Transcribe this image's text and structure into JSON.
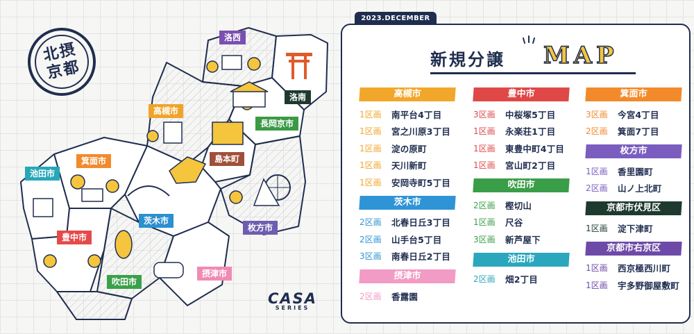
{
  "stamp": {
    "text": "北摂\n京都"
  },
  "date_tab": "2023.DECEMBER",
  "title": {
    "main": "新規分譲",
    "accent": "MAP"
  },
  "brand": {
    "main": "CASA",
    "sub": "SERIES"
  },
  "map_labels": [
    {
      "text": "洛西",
      "color": "#7b4fb0"
    },
    {
      "text": "洛南",
      "color": "#1e3a2e"
    },
    {
      "text": "高槻市",
      "color": "#f0a32a"
    },
    {
      "text": "長岡京市",
      "color": "#3b9a45"
    },
    {
      "text": "島本町",
      "color": "#a0503a"
    },
    {
      "text": "箕面市",
      "color": "#f28a2b"
    },
    {
      "text": "池田市",
      "color": "#27a7b8"
    },
    {
      "text": "茨木市",
      "color": "#2b8fd0"
    },
    {
      "text": "枚方市",
      "color": "#6e5db0"
    },
    {
      "text": "豊中市",
      "color": "#e54a4a"
    },
    {
      "text": "吹田市",
      "color": "#3aa04a"
    },
    {
      "text": "摂津市",
      "color": "#f08ab5"
    }
  ],
  "columns": [
    [
      {
        "city": "高槻市",
        "color": "#f2a72b",
        "entries": [
          {
            "sec": "1区画",
            "area": "南平台4丁目"
          },
          {
            "sec": "1区画",
            "area": "宮之川原3丁目"
          },
          {
            "sec": "1区画",
            "area": "淀の原町"
          },
          {
            "sec": "1区画",
            "area": "天川新町"
          },
          {
            "sec": "1区画",
            "area": "安岡寺町5丁目"
          }
        ]
      },
      {
        "city": "茨木市",
        "color": "#2f94d6",
        "entries": [
          {
            "sec": "2区画",
            "area": "北春日丘3丁目"
          },
          {
            "sec": "2区画",
            "area": "山手台5丁目"
          },
          {
            "sec": "3区画",
            "area": "南春日丘2丁目"
          }
        ]
      },
      {
        "city": "摂津市",
        "color": "#f29bc4",
        "entries": [
          {
            "sec": "2区画",
            "area": "香露園"
          }
        ]
      }
    ],
    [
      {
        "city": "豊中市",
        "color": "#e04848",
        "entries": [
          {
            "sec": "3区画",
            "area": "中桜塚5丁目"
          },
          {
            "sec": "1区画",
            "area": "永楽荘1丁目"
          },
          {
            "sec": "1区画",
            "area": "東豊中町4丁目"
          },
          {
            "sec": "1区画",
            "area": "宮山町2丁目"
          }
        ]
      },
      {
        "city": "吹田市",
        "color": "#3a9e48",
        "entries": [
          {
            "sec": "2区画",
            "area": "樫切山"
          },
          {
            "sec": "1区画",
            "area": "尺谷"
          },
          {
            "sec": "3区画",
            "area": "新芦屋下"
          }
        ]
      },
      {
        "city": "池田市",
        "color": "#2aa7bd",
        "entries": [
          {
            "sec": "2区画",
            "area": "畑2丁目"
          }
        ]
      }
    ],
    [
      {
        "city": "箕面市",
        "color": "#f28a2b",
        "entries": [
          {
            "sec": "3区画",
            "area": "今宮4丁目"
          },
          {
            "sec": "2区画",
            "area": "箕面7丁目"
          }
        ]
      },
      {
        "city": "枚方市",
        "color": "#7a5dbf",
        "entries": [
          {
            "sec": "1区画",
            "area": "香里園町"
          },
          {
            "sec": "2区画",
            "area": "山ノ上北町"
          }
        ]
      },
      {
        "city": "京都市伏見区",
        "color": "#1e3a2e",
        "entries": [
          {
            "sec": "1区画",
            "area": "淀下津町"
          }
        ]
      },
      {
        "city": "京都市右京区",
        "color": "#6e4aa8",
        "entries": [
          {
            "sec": "1区画",
            "area": "西京極西川町"
          },
          {
            "sec": "1区画",
            "area": "宇多野御屋敷町"
          }
        ]
      }
    ]
  ]
}
